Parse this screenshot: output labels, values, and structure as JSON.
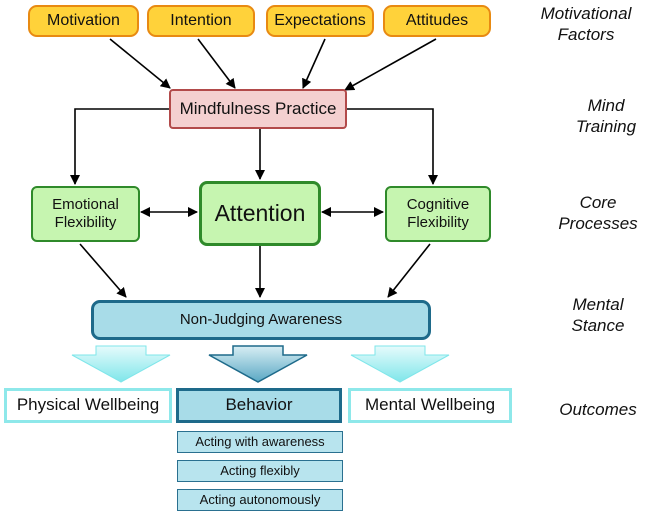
{
  "factors": [
    "Motivation",
    "Intention",
    "Expectations",
    "Attitudes"
  ],
  "mindfulness_practice": "Mindfulness Practice",
  "core": {
    "emotional_line1": "Emotional",
    "emotional_line2": "Flexibility",
    "attention": "Attention",
    "cognitive_line1": "Cognitive",
    "cognitive_line2": "Flexibility"
  },
  "stance": "Non-Judging Awareness",
  "outcomes": {
    "physical": "Physical Wellbeing",
    "behavior": "Behavior",
    "mental": "Mental Wellbeing"
  },
  "behaviors": [
    "Acting with awareness",
    "Acting flexibly",
    "Acting autonomously"
  ],
  "side_labels": {
    "motivational": [
      "Motivational",
      "Factors"
    ],
    "mind_training": [
      "Mind",
      "Training"
    ],
    "core_processes": [
      "Core",
      "Processes"
    ],
    "mental_stance": [
      "Mental",
      "Stance"
    ],
    "outcomes": [
      "Outcomes"
    ]
  },
  "colors": {
    "factor_fill": "#ffd23a",
    "factor_border": "#e88a12",
    "practice_fill": "#f4d0d0",
    "practice_border": "#b24a4a",
    "core_fill": "#c6f5b0",
    "core_border": "#2f8a2a",
    "stance_fill": "#a8dce8",
    "stance_border": "#1e6a8a",
    "outcome_border": "#8ee8ea"
  }
}
